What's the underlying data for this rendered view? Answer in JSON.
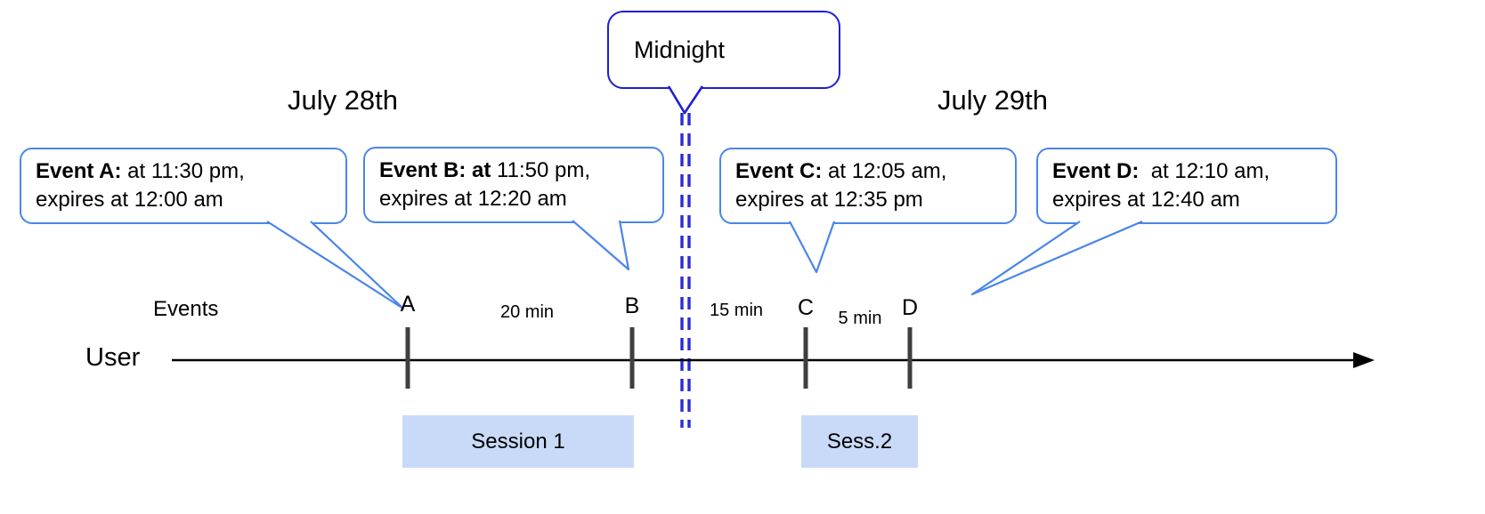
{
  "diagram": {
    "dates": {
      "july28": "July 28th",
      "july29": "July 29th"
    },
    "midnight": {
      "label": "Midnight"
    },
    "axis": {
      "events_label": "Events",
      "user_label": "User"
    },
    "event_callouts": [
      {
        "title": "Event A:",
        "time": " at 11:30 pm,",
        "expires": "expires at 12:00 am"
      },
      {
        "title": "Event B: at",
        "time": " 11:50 pm,",
        "expires": "expires at 12:20 am"
      },
      {
        "title": "Event C:",
        "time": " at 12:05 am,",
        "expires": "expires at 12:35 pm"
      },
      {
        "title": "Event D:",
        "time": "  at 12:10 am,",
        "expires": "expires at 12:40 am"
      }
    ],
    "tick_labels": [
      "A",
      "B",
      "C",
      "D"
    ],
    "intervals": [
      "20 min",
      "15 min",
      "5 min"
    ],
    "sessions": [
      "Session 1",
      "Sess.2"
    ],
    "colors": {
      "callout_border": "#4a86e8",
      "midnight_border": "#1f1fd1",
      "dashed_line": "#2b2bd6",
      "session_fill": "#c9daf8",
      "timeline": "#000000",
      "tick": "#3f3f3f"
    }
  }
}
